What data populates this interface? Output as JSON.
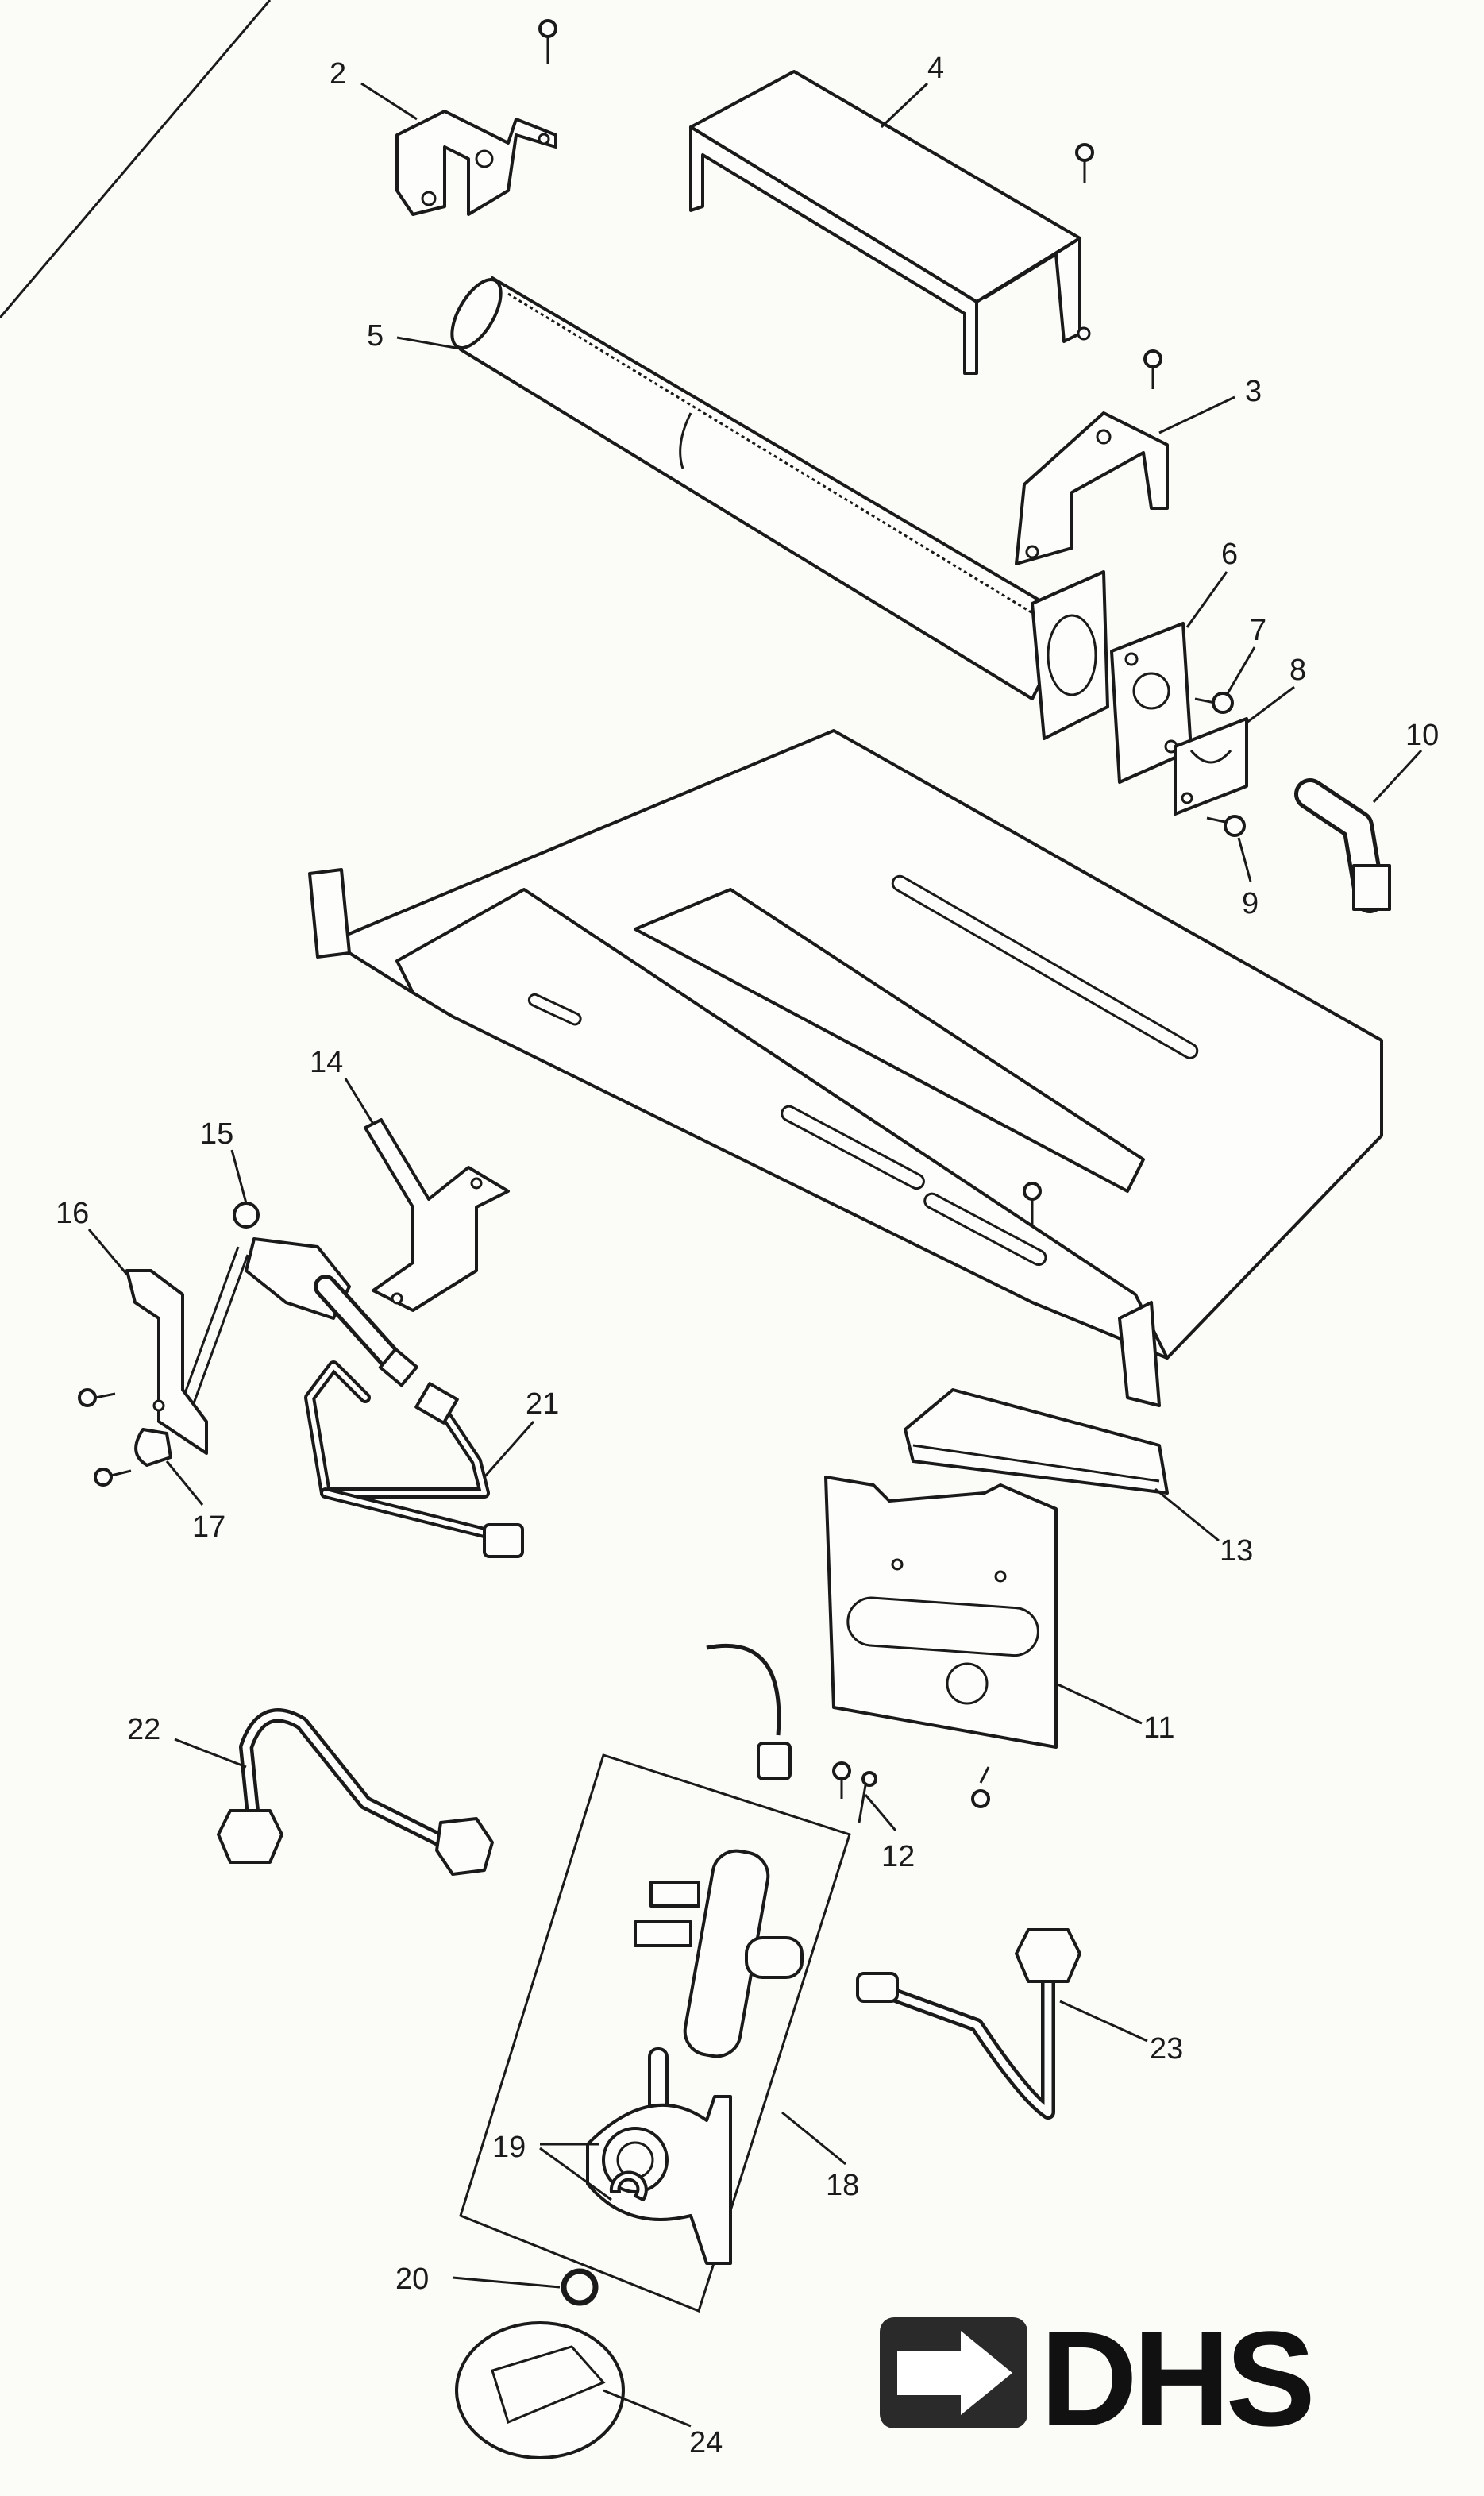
{
  "diagram": {
    "labels": {
      "p2": "2",
      "p3": "3",
      "p4": "4",
      "p5": "5",
      "p6": "6",
      "p7": "7",
      "p8": "8",
      "p9": "9",
      "p10": "10",
      "p11": "11",
      "p12": "12",
      "p13": "13",
      "p14": "14",
      "p15": "15",
      "p16": "16",
      "p17": "17",
      "p18": "18",
      "p19": "19",
      "p20": "20",
      "p21": "21",
      "p22": "22",
      "p23": "23",
      "p24": "24"
    }
  },
  "logo": {
    "text": "DHS",
    "colors": {
      "mark": "#2a2a2a",
      "arrow": "#ffffff",
      "text": "#111111"
    }
  }
}
